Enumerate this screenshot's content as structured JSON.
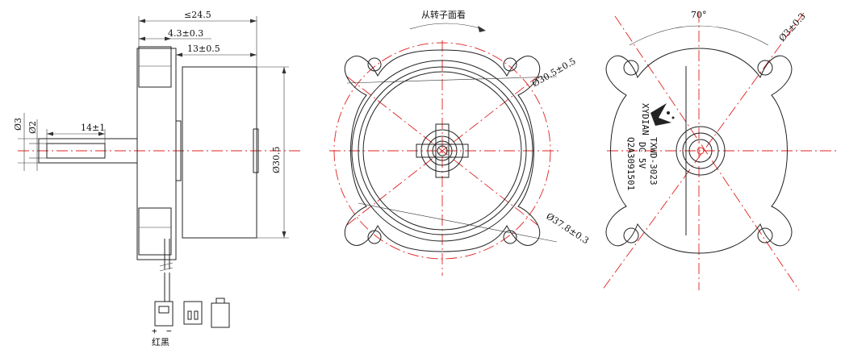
{
  "side_view": {
    "dim_total_length": "≤24.5",
    "dim_flange_offset": "4.3±0.3",
    "dim_body_length": "13±0.5",
    "dim_body_diameter": "Ø30.5",
    "dim_shaft_length": "14±1",
    "dim_shaft_d3": "Ø3",
    "dim_shaft_d2": "Ø2"
  },
  "connector": {
    "plus": "+",
    "minus": "−",
    "wire_colors": "红黑"
  },
  "front_view": {
    "view_note": "从转子面看",
    "dim_inner_diameter": "Ø30.5±0.5",
    "dim_outer_diameter": "Ø37.8±0.3"
  },
  "rear_view": {
    "angle": "70°",
    "hole_dim": "Ø3±0.3",
    "label_model": "TXWD-3023",
    "label_voltage": "DC 5V",
    "label_serial": "Q2A3091501"
  }
}
